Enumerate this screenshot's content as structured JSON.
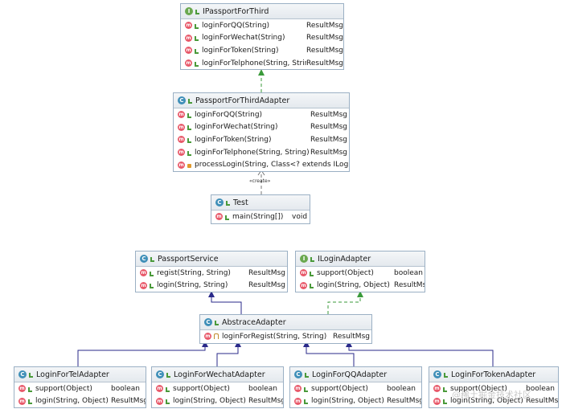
{
  "diagram": {
    "classes": {
      "ipassport": {
        "kind": "I",
        "name": "IPassportForThird",
        "members": [
          {
            "sig": "loginForQQ(String)",
            "ret": "ResultMsg",
            "vis": "pub"
          },
          {
            "sig": "loginForWechat(String)",
            "ret": "ResultMsg",
            "vis": "pub"
          },
          {
            "sig": "loginForToken(String)",
            "ret": "ResultMsg",
            "vis": "pub"
          },
          {
            "sig": "loginForTelphone(String, String)",
            "ret": "ResultMsg",
            "vis": "pub"
          }
        ]
      },
      "adapter3": {
        "kind": "C",
        "name": "PassportForThirdAdapter",
        "members": [
          {
            "sig": "loginForQQ(String)",
            "ret": "ResultMsg",
            "vis": "pub"
          },
          {
            "sig": "loginForWechat(String)",
            "ret": "ResultMsg",
            "vis": "pub"
          },
          {
            "sig": "loginForToken(String)",
            "ret": "ResultMsg",
            "vis": "pub"
          },
          {
            "sig": "loginForTelphone(String, String)",
            "ret": "ResultMsg",
            "vis": "pub"
          },
          {
            "sig": "processLogin(String, Class<? extends ILogin",
            "ret": "",
            "vis": "priv"
          }
        ]
      },
      "test": {
        "kind": "C",
        "name": "Test",
        "members": [
          {
            "sig": "main(String[])",
            "ret": "void",
            "vis": "pub"
          }
        ]
      },
      "passportService": {
        "kind": "C",
        "name": "PassportService",
        "members": [
          {
            "sig": "regist(String, String)",
            "ret": "ResultMsg",
            "vis": "pub"
          },
          {
            "sig": "login(String, String)",
            "ret": "ResultMsg",
            "vis": "pub"
          }
        ]
      },
      "iloginAdapter": {
        "kind": "I",
        "name": "ILoginAdapter",
        "members": [
          {
            "sig": "support(Object)",
            "ret": "boolean",
            "vis": "pub"
          },
          {
            "sig": "login(String, Object)",
            "ret": "ResultMsg",
            "vis": "pub"
          }
        ]
      },
      "abstrace": {
        "kind": "C",
        "name": "AbstraceAdapter",
        "members": [
          {
            "sig": "loginForRegist(String, String)",
            "ret": "ResultMsg",
            "vis": "prot"
          }
        ]
      },
      "telAdapter": {
        "kind": "C",
        "name": "LoginForTelAdapter",
        "members": [
          {
            "sig": "support(Object)",
            "ret": "boolean",
            "vis": "pub"
          },
          {
            "sig": "login(String, Object)",
            "ret": "ResultMsg",
            "vis": "pub"
          }
        ]
      },
      "wechatAdapter": {
        "kind": "C",
        "name": "LoginForWechatAdapter",
        "members": [
          {
            "sig": "support(Object)",
            "ret": "boolean",
            "vis": "pub"
          },
          {
            "sig": "login(String, Object)",
            "ret": "ResultMsg",
            "vis": "pub"
          }
        ]
      },
      "qqAdapter": {
        "kind": "C",
        "name": "LoginForQQAdapter",
        "members": [
          {
            "sig": "support(Object)",
            "ret": "boolean",
            "vis": "pub"
          },
          {
            "sig": "login(String, Object)",
            "ret": "ResultMsg",
            "vis": "pub"
          }
        ]
      },
      "tokenAdapter": {
        "kind": "C",
        "name": "LoginForTokenAdapter",
        "members": [
          {
            "sig": "support(Object)",
            "ret": "boolean",
            "vis": "pub"
          },
          {
            "sig": "login(String, Object)",
            "ret": "ResultMsg",
            "vis": "pub"
          }
        ]
      }
    },
    "create_label": "«create»",
    "watermark": "@稀土掘金技术社区",
    "colors": {
      "realization": "#3a9a3a",
      "inheritance": "#2a2a8a",
      "dependency": "#777777",
      "interface_badge": "#6aa84f",
      "class_badge": "#3f8fb8",
      "method_badge": "#e8596a"
    }
  }
}
